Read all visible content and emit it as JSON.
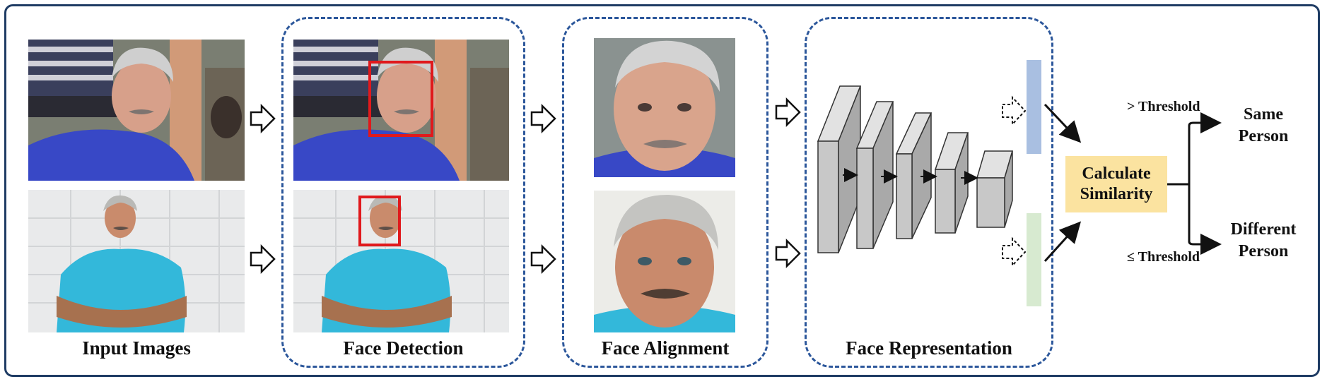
{
  "stages": {
    "input": "Input Images",
    "detection": "Face Detection",
    "alignment": "Face Alignment",
    "representation": "Face Representation"
  },
  "similarity": {
    "line1": "Calculate",
    "line2": "Similarity"
  },
  "thresholds": {
    "above": "> Threshold",
    "below": "≤ Threshold"
  },
  "outcomes": {
    "same": {
      "line1": "Same",
      "line2": "Person"
    },
    "different": {
      "line1": "Different",
      "line2": "Person"
    }
  },
  "colors": {
    "frame": "#1f3c64",
    "dashed_border": "#2c579b",
    "detection_box": "#e0191c",
    "similarity_box": "#fbe3a0",
    "feature_blue": "#a9bfe1",
    "feature_green": "#d7ead0",
    "cnn_block": "#c8c8c8"
  }
}
